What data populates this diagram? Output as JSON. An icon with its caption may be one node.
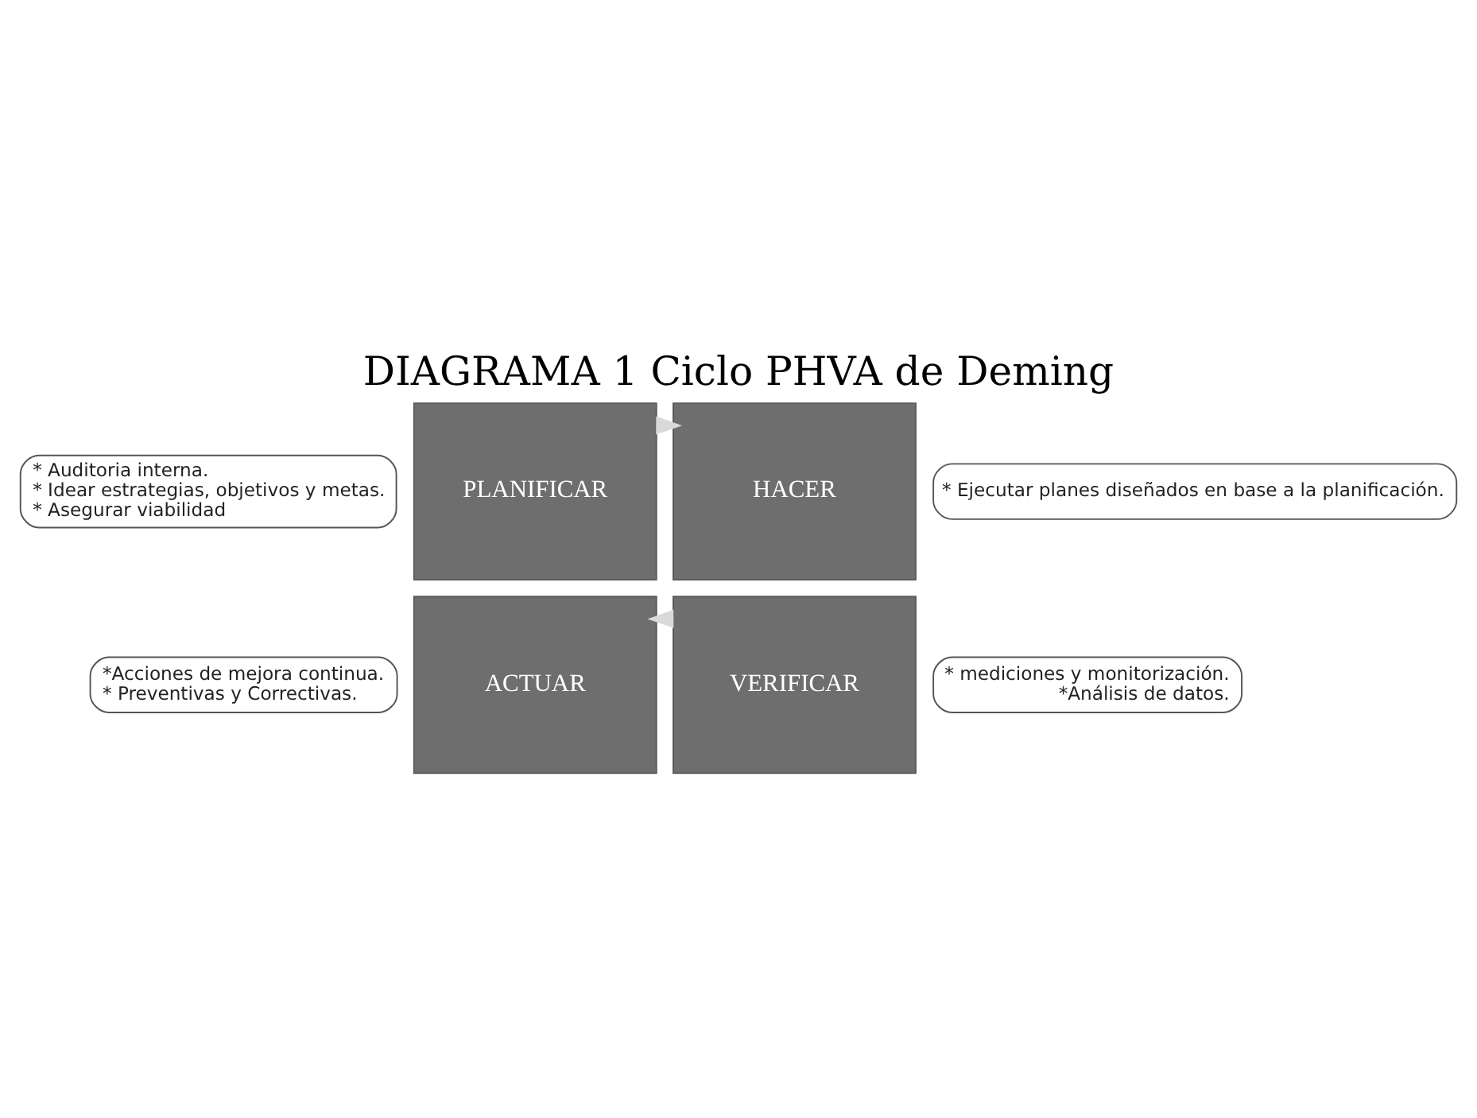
{
  "diagram": {
    "title": "DIAGRAMA 1 Ciclo PHVA de Deming",
    "nodes": [
      {
        "text": [
          "* Auditoria interna.",
          "* Idear estrategias, objetivos y metas.",
          "* Asegurar viabilidad"
        ]
      },
      {
        "text": [
          "PLANIFICAR"
        ]
      },
      {
        "text": [
          "HACER"
        ]
      },
      {
        "text": [
          "* Ejecutar planes diseñados en base a la planificación."
        ]
      },
      {
        "text": [
          "*Acciones de mejora continua.",
          "* Preventivas y Correctivas."
        ]
      },
      {
        "text": [
          "ACTUAR"
        ]
      },
      {
        "text": [
          "VERIFICAR"
        ]
      },
      {
        "text": [
          "* mediciones y monitorización.",
          "*Análisis de datos."
        ]
      }
    ],
    "edges": [
      {
        "from": 1,
        "to": 2,
        "arrow": "to"
      },
      {
        "from": 6,
        "to": 5,
        "arrow": "to"
      }
    ]
  }
}
